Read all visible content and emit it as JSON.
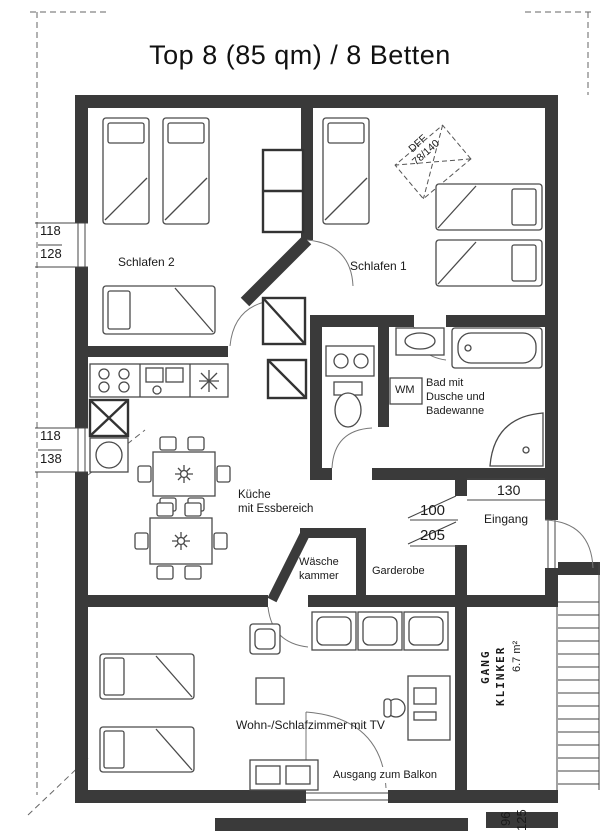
{
  "title": "Top 8 (85 qm) / 8 Betten",
  "colors": {
    "wall": "#3a3a3a",
    "line": "#444444",
    "text": "#1a1a1a"
  },
  "rooms": {
    "schlafen2": "Schlafen 2",
    "schlafen1": "Schlafen 1",
    "bad_line1": "Bad mit",
    "bad_line2": "Dusche und",
    "bad_line3": "Badewanne",
    "wm_label": "WM",
    "kueche_line1": "Küche",
    "kueche_line2": "mit Essbereich",
    "waesche_line1": "Wäsche",
    "waesche_line2": "kammer",
    "garderobe": "Garderobe",
    "eingang": "Eingang",
    "wohn": "Wohn-/Schlafzimmer mit TV",
    "ausgang": "Ausgang zum Balkon",
    "gang_line1": "GANG",
    "gang_line2": "KLINKER",
    "gang_area": "6.7 m²",
    "dachfenster_line1": "DFF",
    "dachfenster_line2": "78/140"
  },
  "dimensions": {
    "window1_width": "118",
    "window1_height": "128",
    "window2_width": "118",
    "window2_height": "138",
    "eingang_width": "130",
    "door_width": "100",
    "door_height": "205",
    "dim_96": "96",
    "dim_125": "125"
  }
}
